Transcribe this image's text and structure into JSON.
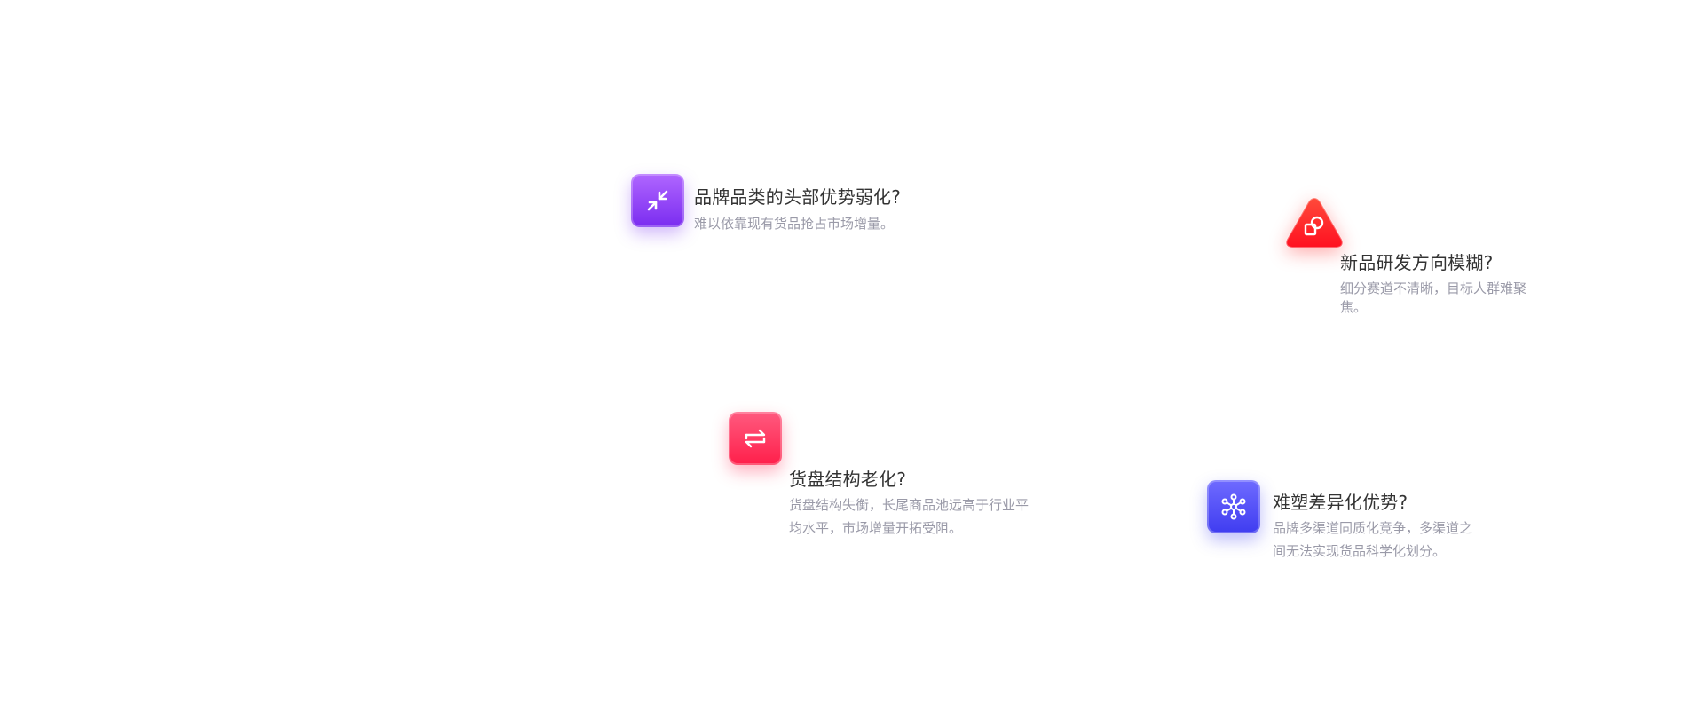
{
  "cards": [
    {
      "icon": "compress-arrows-icon",
      "accent": "#8a3df5",
      "title": "品牌品类的头部优势弱化?",
      "description": "难以依靠现有货品抢占市场增量。"
    },
    {
      "icon": "shapes-icon",
      "accent": "#ff1f2a",
      "title": "新品研发方向模糊?",
      "description": "细分赛道不清晰，目标人群难聚焦。"
    },
    {
      "icon": "swap-arrows-icon",
      "accent": "#ff2a52",
      "title": "货盘结构老化?",
      "description": "货盘结构失衡，长尾商品池远高于行业平均水平，市场增量开拓受阻。"
    },
    {
      "icon": "network-nodes-icon",
      "accent": "#4a46f5",
      "title": "难塑差异化优势?",
      "description": "品牌多渠道同质化竞争，多渠道之间无法实现货品科学化划分。"
    }
  ]
}
